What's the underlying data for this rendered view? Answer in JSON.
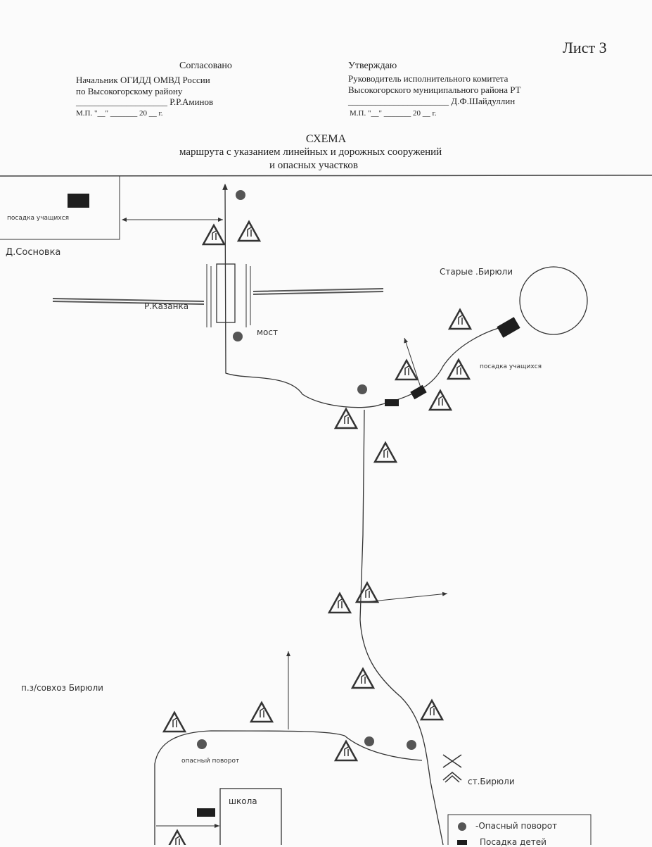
{
  "header": {
    "sheet": "Лист 3",
    "left": {
      "title": "Согласовано",
      "line1": "Начальник ОГИДД ОМВД России",
      "line2": "по Высокогорскому району",
      "signature": "____________________ Р.Р.Аминов",
      "date": "М.П.    \"__\" _______ 20 __ г."
    },
    "right": {
      "title": "Утверждаю",
      "line1": "Руководитель исполнительного комитета",
      "line2": "Высокогорского муниципального района РТ",
      "signature": "______________________ Д.Ф.Шайдуллин",
      "date": "М.П.    \"__\" _______ 20 __ г."
    }
  },
  "title": {
    "main": "СХЕМА",
    "sub1": "маршрута с указанием линейных и дорожных сооружений",
    "sub2": "и опасных участков"
  },
  "map": {
    "stop_top_left": "посадка учащихся",
    "village_sosnovka": "Д.Сосновка",
    "river": "Р.Казанка",
    "bridge": "мост",
    "village_starye": "Старые .Бирюли",
    "stop_right": "посадка учащихся",
    "sovkhoz": "п.з/совхоз Бирюли",
    "danger_turn": "опасный поворот",
    "station": "ст.Бирюли",
    "school": "школа"
  },
  "legend": {
    "danger_turn": "-Опасный поворот",
    "boarding": "Посадка детей"
  },
  "colors": {
    "ink": "#333333",
    "marker": "#555555",
    "stop": "#1e1e1e"
  }
}
